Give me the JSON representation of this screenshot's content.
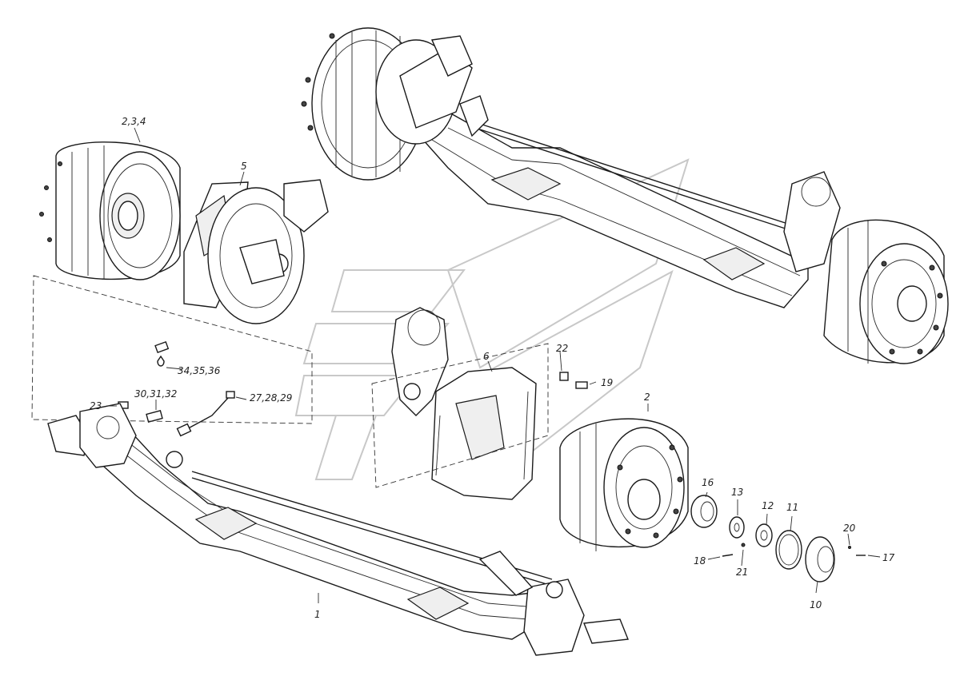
{
  "callouts": [
    {
      "id": "c-234",
      "text": "2,3,4"
    },
    {
      "id": "c-5",
      "text": "5"
    },
    {
      "id": "c-6",
      "text": "6"
    },
    {
      "id": "c-22",
      "text": "22"
    },
    {
      "id": "c-19",
      "text": "19"
    },
    {
      "id": "c-2",
      "text": "2"
    },
    {
      "id": "c-343536",
      "text": "34,35,36"
    },
    {
      "id": "c-303132",
      "text": "30,31,32"
    },
    {
      "id": "c-272829",
      "text": "27,28,29"
    },
    {
      "id": "c-23",
      "text": "23"
    },
    {
      "id": "c-16",
      "text": "16"
    },
    {
      "id": "c-13",
      "text": "13"
    },
    {
      "id": "c-12",
      "text": "12"
    },
    {
      "id": "c-11",
      "text": "11"
    },
    {
      "id": "c-20",
      "text": "20"
    },
    {
      "id": "c-18",
      "text": "18"
    },
    {
      "id": "c-21",
      "text": "21"
    },
    {
      "id": "c-17",
      "text": "17"
    },
    {
      "id": "c-10",
      "text": "10"
    },
    {
      "id": "c-1",
      "text": "1"
    }
  ]
}
